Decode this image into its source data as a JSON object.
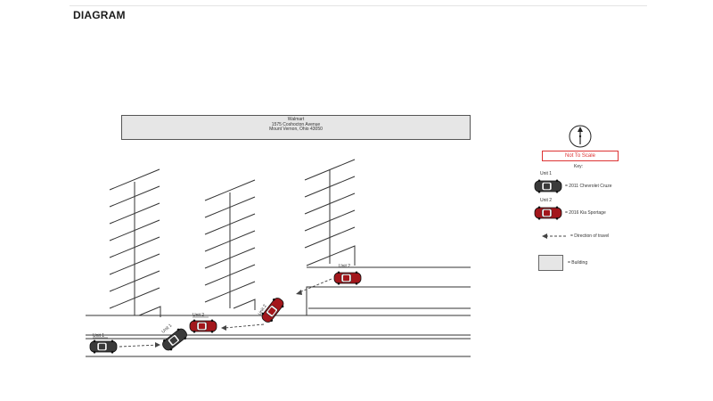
{
  "heading": "DIAGRAM",
  "building": {
    "line1": "Walmart",
    "line2": "1575 Coshocton Avenue",
    "line3": "Mount Vernon, Ohio 43050"
  },
  "units": {
    "unit1_label": "Unit 1",
    "unit2_label": "Unit 2"
  },
  "legend": {
    "not_to_scale": "Not To Scale",
    "key_title": "Key:",
    "unit1_tag": "Unit 1",
    "unit1_desc": "= 2011 Chevrolet Cruze",
    "unit2_tag": "Unit 2",
    "unit2_desc": "= 2016 Kia Sportage",
    "direction_desc": "= Direction of travel",
    "building_desc": "= Building"
  },
  "colors": {
    "unit1_body": "#3a3a3a",
    "unit2_body": "#a3171c",
    "not_to_scale": "#d33333",
    "building_fill": "#e6e6e6"
  },
  "icons": [
    "north-arrow-icon",
    "car-icon",
    "direction-arrow-icon"
  ]
}
